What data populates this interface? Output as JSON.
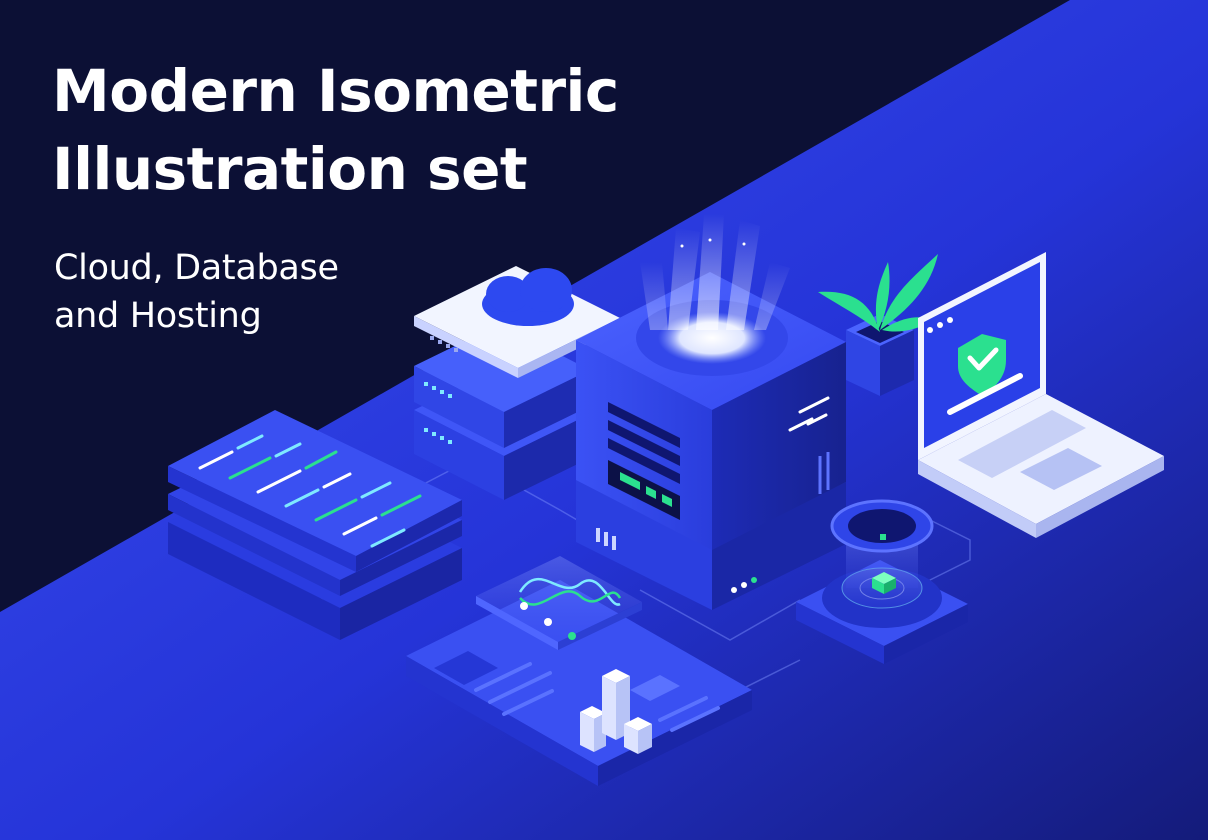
{
  "title": {
    "line1": "Modern Isometric",
    "line2": "Illustration set"
  },
  "subtitle": {
    "line1": "Cloud, Database",
    "line2": "and Hosting"
  },
  "colors": {
    "background_dark": "#0c1035",
    "background_blue": "#2f42e6",
    "device_white": "#eef2ff",
    "accent_green": "#2be08f",
    "accent_cyan": "#5ee7ff"
  },
  "illustration": {
    "objects": [
      "cloud-server-stack",
      "central-server-cube",
      "plant-pot",
      "laptop-with-shield",
      "code-panels",
      "analytics-dashboard",
      "energy-core-pod"
    ],
    "icons": [
      "cloud-icon",
      "shield-check-icon",
      "leaf-icon",
      "bar-chart-icon",
      "wave-chart-icon",
      "light-beam-icon"
    ]
  }
}
